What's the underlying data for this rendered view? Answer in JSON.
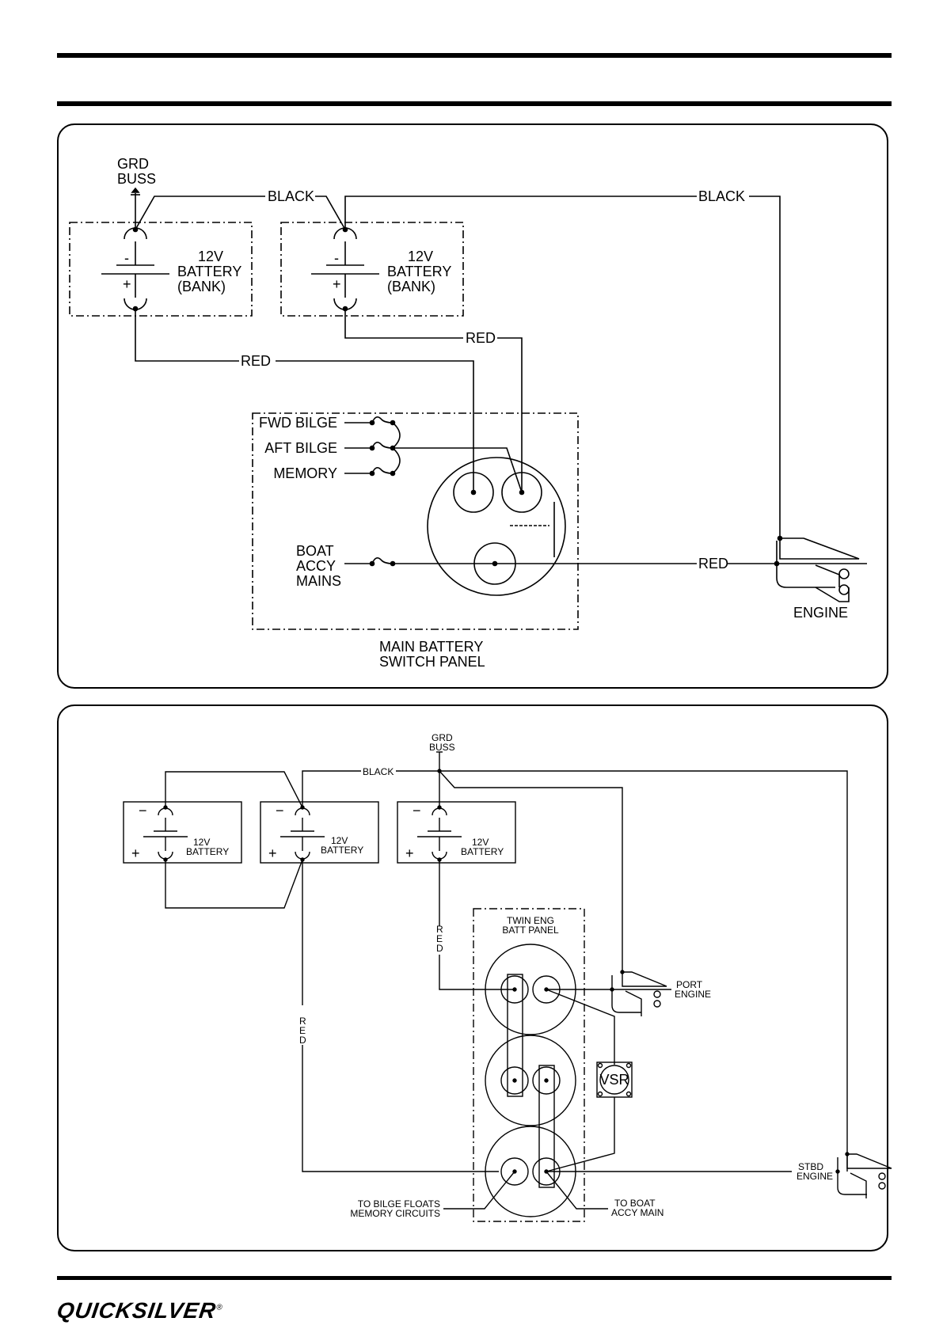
{
  "diagram1": {
    "grd_buss": [
      "GRD",
      "BUSS"
    ],
    "wire_black_1": "BLACK",
    "wire_black_2": "BLACK",
    "wire_red_1": "RED",
    "wire_red_2": "RED",
    "wire_red_3": "RED",
    "battery_1": {
      "minus": "-",
      "plus": "+",
      "label": [
        "12V",
        "BATTERY",
        "(BANK)"
      ]
    },
    "battery_2": {
      "minus": "-",
      "plus": "+",
      "label": [
        "12V",
        "BATTERY",
        "(BANK)"
      ]
    },
    "circuits": [
      "FWD BILGE",
      "AFT BILGE",
      "MEMORY"
    ],
    "boat_accy": [
      "BOAT",
      "ACCY",
      "MAINS"
    ],
    "panel_label": [
      "MAIN BATTERY",
      "SWITCH PANEL"
    ],
    "engine_label": "ENGINE"
  },
  "diagram2": {
    "grd_buss": [
      "GRD",
      "BUSS"
    ],
    "wire_black": "BLACK",
    "wire_red_left": "RED",
    "wire_red_mid": "RED",
    "batteries": [
      {
        "minus": "−",
        "plus": "+",
        "label": [
          "12V",
          "BATTERY"
        ]
      },
      {
        "minus": "−",
        "plus": "+",
        "label": [
          "12V",
          "BATTERY"
        ]
      },
      {
        "minus": "−",
        "plus": "+",
        "label": [
          "12V",
          "BATTERY"
        ]
      }
    ],
    "panel_label": [
      "TWIN ENG",
      "BATT PANEL"
    ],
    "vsr_label": "VSR",
    "port_engine": [
      "PORT",
      "ENGINE"
    ],
    "stbd_engine": [
      "STBD",
      "ENGINE"
    ],
    "bilge_label": [
      "TO BILGE FLOATS",
      "MEMORY CIRCUITS"
    ],
    "boat_accy_label": [
      "TO BOAT",
      "ACCY MAIN"
    ]
  },
  "footer": {
    "logo": "QUICKSILVER",
    "registered": "®"
  }
}
